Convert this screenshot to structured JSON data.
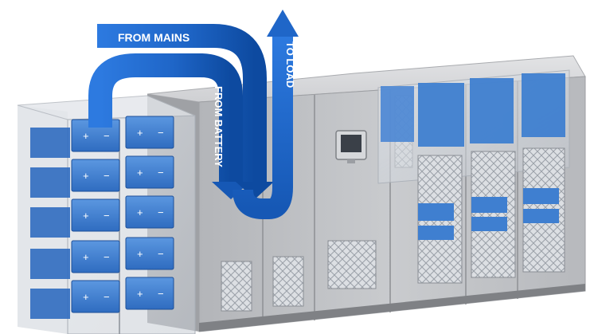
{
  "labels": {
    "from_mains": "FROM MAINS",
    "to_load": "TO LOAD",
    "from_battery": "FROM BATTERY"
  },
  "battery": {
    "plus": "+",
    "minus": "−"
  },
  "colors": {
    "arrow_blue": "#1f66c8",
    "arrow_dark": "#0d4aa0",
    "battery_blue": "#3f7fd0",
    "cabinet_gray": "#bdbfc3",
    "background": "#ffffff"
  }
}
